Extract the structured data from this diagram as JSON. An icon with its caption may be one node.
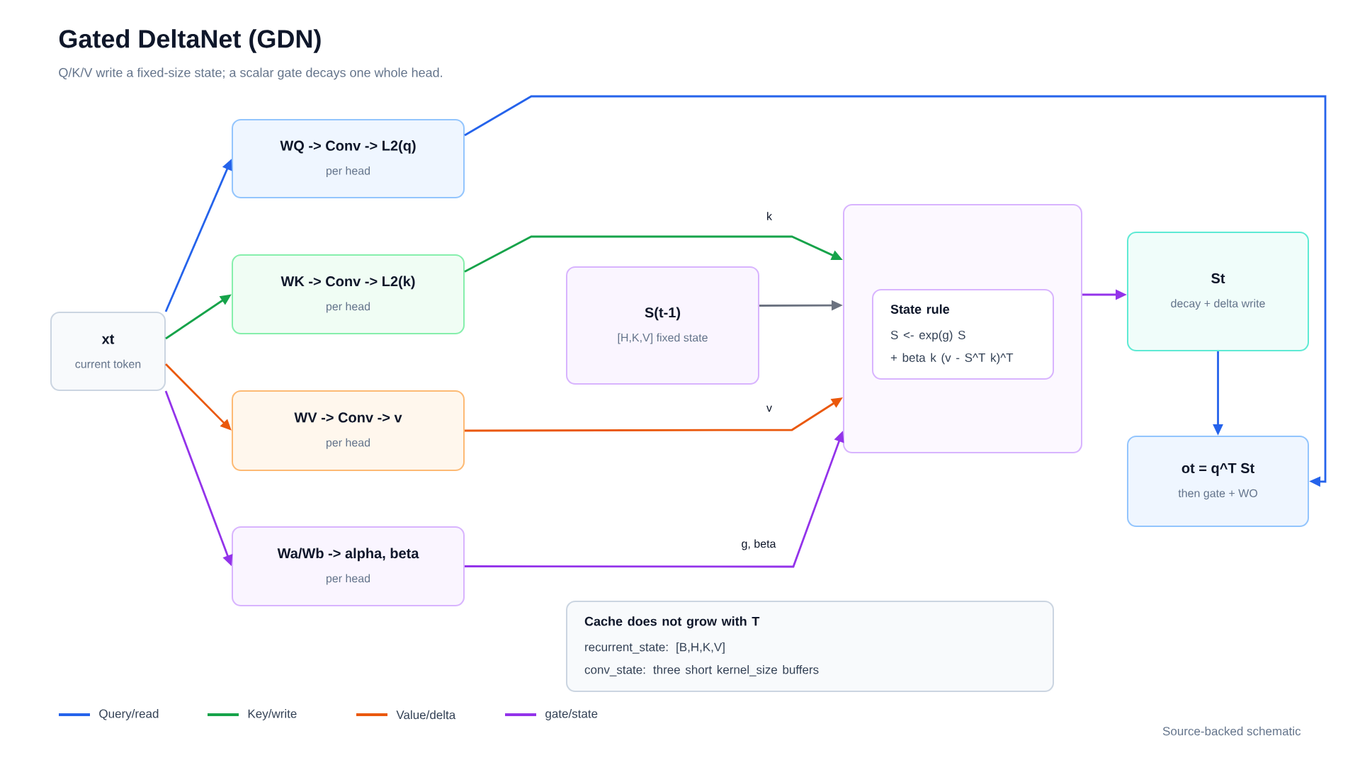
{
  "diagram": {
    "title": "Gated DeltaNet (GDN)",
    "nodes": [
      {
        "text": [
          "xt",
          "current token"
        ]
      },
      {
        "text": [
          "WQ -> Conv -> L2(q)",
          "per head"
        ]
      },
      {
        "text": [
          "WK -> Conv -> L2(k)",
          "per head"
        ]
      },
      {
        "text": [
          "WV -> Conv -> v",
          "per head"
        ]
      },
      {
        "text": [
          "Wa/Wb -> alpha, beta",
          "per head"
        ]
      },
      {
        "text": [
          "S(t-1)",
          "[H,K,V] fixed state"
        ]
      },
      {
        "text": [],
        "shape": "box"
      },
      {
        "text": [
          "State rule",
          "S <- exp(g) S",
          "+ beta k (v - S^T k)^T"
        ],
        "in": 6
      },
      {
        "text": [
          "St",
          "decay + delta write"
        ]
      },
      {
        "text": [
          "ot = q^T St",
          "then gate + WO"
        ]
      },
      {
        "text": [
          "Cache does not grow with T",
          "recurrent_state: [B,H,K,V]",
          "conv_state: three short kernel_size buffers"
        ]
      }
    ],
    "edges": [
      {
        "from": 0,
        "to": 1,
        "arrow": "to",
        "color": "#2563eb"
      },
      {
        "from": 0,
        "to": 2,
        "arrow": "to",
        "color": "#16a34a"
      },
      {
        "from": 0,
        "to": 3,
        "arrow": "to",
        "color": "#ea580c"
      },
      {
        "from": 0,
        "to": 4,
        "arrow": "to",
        "color": "#9333ea"
      },
      {
        "from": 1,
        "to": 9,
        "arrow": "to",
        "color": "#2563eb"
      },
      {
        "from": 2,
        "to": 6,
        "arrow": "to",
        "label": "k",
        "color": "#16a34a"
      },
      {
        "from": 5,
        "to": 6,
        "arrow": "to",
        "color": "#6b7280"
      },
      {
        "from": 3,
        "to": 6,
        "arrow": "to",
        "label": "v",
        "color": "#ea580c"
      },
      {
        "from": 4,
        "to": 6,
        "arrow": "to",
        "label": "g, beta",
        "color": "#9333ea"
      },
      {
        "from": 6,
        "to": 8,
        "arrow": "to",
        "color": "#9333ea"
      },
      {
        "from": 8,
        "to": 9,
        "arrow": "to",
        "color": "#2563eb"
      }
    ],
    "labels": [
      "Q/K/V write a fixed-size state; a scalar gate decays one whole head.",
      "Source-backed schematic"
    ],
    "legend": [
      {
        "text": "Query/read",
        "color": "#2563eb"
      },
      {
        "text": "Key/write",
        "color": "#16a34a"
      },
      {
        "text": "Value/delta",
        "color": "#ea580c"
      },
      {
        "text": "gate/state",
        "color": "#9333ea"
      }
    ]
  }
}
